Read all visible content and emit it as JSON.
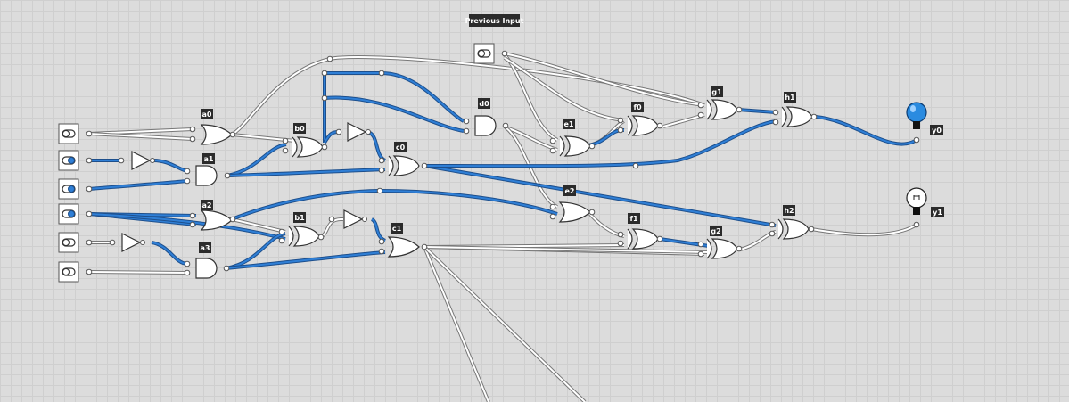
{
  "title": "Previous Input",
  "colors": {
    "wire_on": "#2f7fd6",
    "wire_off": "#ffffff",
    "bulb_on": "#2a8be0"
  },
  "inputs": [
    {
      "state": "off"
    },
    {
      "state": "on"
    },
    {
      "state": "on"
    },
    {
      "state": "on"
    },
    {
      "state": "off"
    },
    {
      "state": "off"
    }
  ],
  "previous_input_state": "off",
  "gates": {
    "a0": "a0",
    "a1": "a1",
    "a2": "a2",
    "a3": "a3",
    "b0": "b0",
    "b1": "b1",
    "c0": "c0",
    "c1": "c1",
    "d0": "d0",
    "e1": "e1",
    "e2": "e2",
    "f0": "f0",
    "f1": "f1",
    "g1": "g1",
    "g2": "g2",
    "h1": "h1",
    "h2": "h2"
  },
  "outputs": {
    "y0": "y0",
    "y1": "y1"
  },
  "output_states": {
    "y0": "on",
    "y1": "off"
  }
}
